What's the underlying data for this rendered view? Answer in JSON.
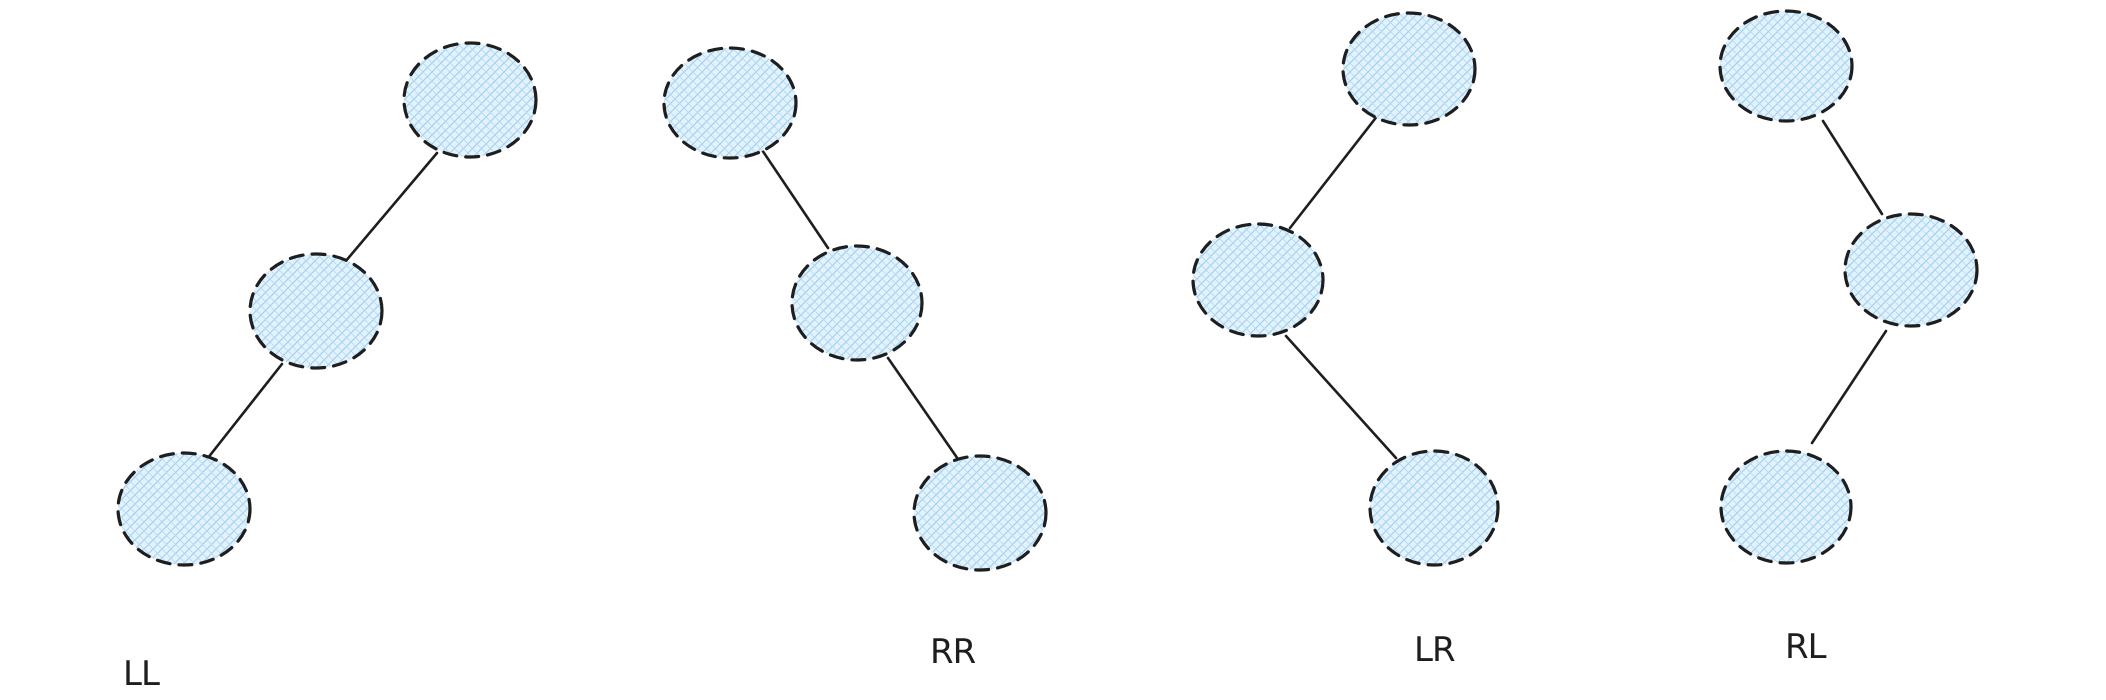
{
  "colors": {
    "node_fill_hatch": "#a5d8ff",
    "stroke": "#1e1e1e",
    "background": "#ffffff"
  },
  "diagrams": [
    {
      "label": "LL",
      "node_count": 3
    },
    {
      "label": "RR",
      "node_count": 3
    },
    {
      "label": "LR",
      "node_count": 3
    },
    {
      "label": "RL",
      "node_count": 3
    }
  ]
}
